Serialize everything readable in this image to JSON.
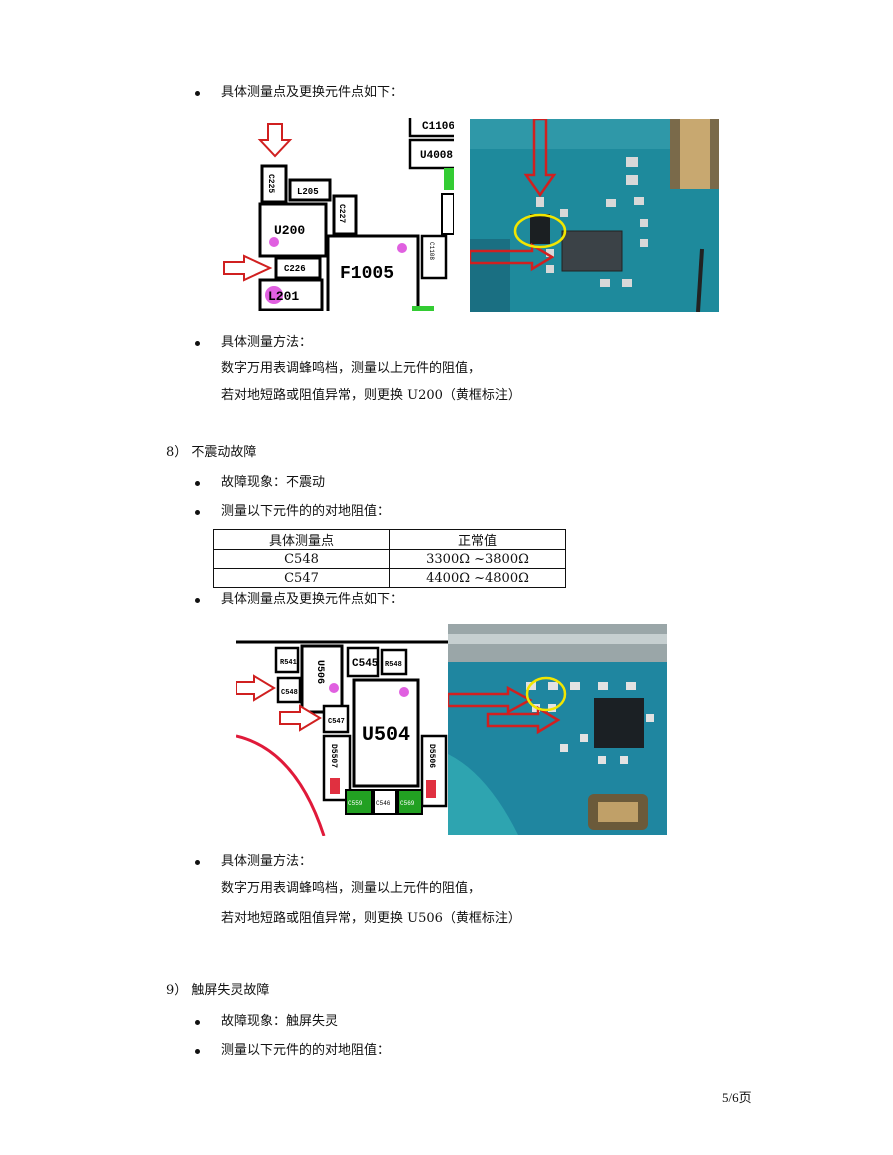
{
  "section_pre": {
    "parts_heading": "具体测量点及更换元件点如下：",
    "method_heading": "具体测量方法：",
    "method_line1": "数字万用表调蜂鸣档，测量以上元件的阻值，",
    "method_line2": "若对地短路或阻值异常，则更换 U200（黄框标注）",
    "fig1_labels": [
      "C1106",
      "U4008",
      "C225",
      "L205",
      "C227",
      "U200",
      "C226",
      "F1005",
      "C1108",
      "L201"
    ]
  },
  "section8": {
    "title": "8） 不震动故障",
    "symptom": "故障现象：不震动",
    "measure_heading": "测量以下元件的的对地阻值：",
    "table": {
      "headers": [
        "具体测量点",
        "正常值"
      ],
      "rows": [
        [
          "C548",
          "3300Ω ~3800Ω"
        ],
        [
          "C547",
          "4400Ω ~4800Ω"
        ]
      ]
    },
    "parts_heading": "具体测量点及更换元件点如下：",
    "fig2_labels": [
      "R541",
      "U506",
      "C545",
      "R548",
      "C548",
      "C547",
      "U504",
      "D5507",
      "D5506",
      "C559",
      "C546",
      "C569"
    ],
    "method_heading": "具体测量方法：",
    "method_line1": "数字万用表调蜂鸣档，测量以上元件的阻值，",
    "method_line2": "若对地短路或阻值异常，则更换 U506（黄框标注）"
  },
  "section9": {
    "title": "9） 触屏失灵故障",
    "symptom": "故障现象：触屏失灵",
    "measure_heading": "测量以下元件的的对地阻值："
  },
  "footer": {
    "page": "5/6页"
  },
  "colors": {
    "arrow": "#d02020",
    "pad_dot": "#e060e0",
    "circle": "#f2e600",
    "pcb": "#1e8a9c",
    "green": "#22a022"
  }
}
